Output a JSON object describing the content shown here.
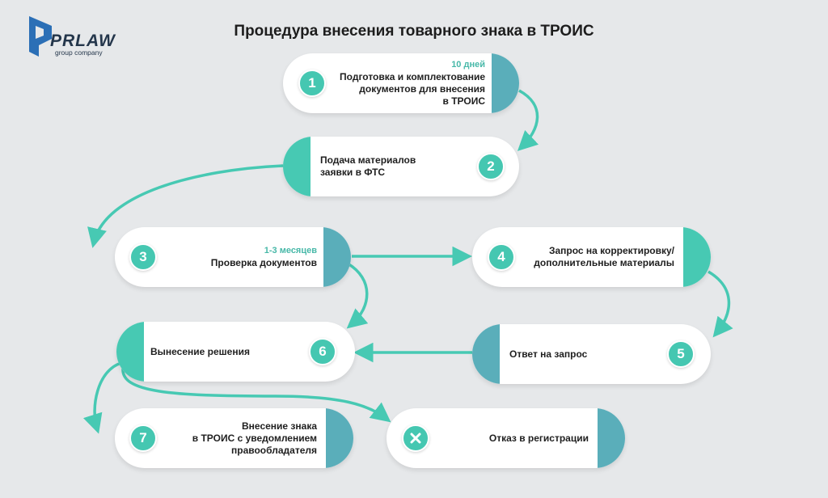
{
  "title": "Процедура внесения товарного знака в ТРОИС",
  "logo": {
    "word": "PRLAW",
    "subtitle": "group company",
    "colors": {
      "mark": "#2b6fb6",
      "text": "#24364b"
    }
  },
  "steps": [
    {
      "badge": "1",
      "duration": "10 дней",
      "lines": [
        "Подготовка и комплектование",
        "документов для внесения",
        "в ТРОИС"
      ]
    },
    {
      "badge": "2",
      "duration": "",
      "lines": [
        "Подача материалов",
        "заявки в ФТС"
      ]
    },
    {
      "badge": "3",
      "duration": "1-3 месяцев",
      "lines": [
        "Проверка документов"
      ]
    },
    {
      "badge": "4",
      "duration": "",
      "lines": [
        "Запрос на корректировку/",
        "дополнительные материалы"
      ]
    },
    {
      "badge": "5",
      "duration": "",
      "lines": [
        "Ответ на запрос"
      ]
    },
    {
      "badge": "6",
      "duration": "",
      "lines": [
        "Вынесение решения"
      ]
    },
    {
      "badge": "7",
      "duration": "",
      "lines": [
        "Внесение знака",
        "в ТРОИС с уведомлением",
        "правообладателя"
      ]
    },
    {
      "badge": "x-icon",
      "duration": "",
      "lines": [
        "Отказ в регистрации"
      ]
    }
  ],
  "colors": {
    "teal": "#47c9b3",
    "blue": "#5aaeba",
    "background": "#e6e8ea",
    "card": "#ffffff"
  }
}
